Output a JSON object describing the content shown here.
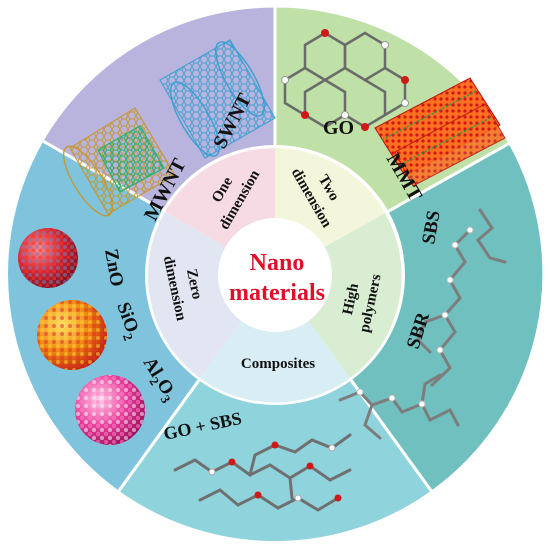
{
  "center": {
    "line1": "Nano",
    "line2": "materials",
    "color": "#e0102a"
  },
  "inner_ring": {
    "one_dimension": {
      "line1": "One",
      "line2": "dimension"
    },
    "two_dimension": {
      "line1": "Two",
      "line2": "dimension"
    },
    "zero_dimension": {
      "line1": "Zero",
      "line2": "dimension"
    },
    "high_polymers": {
      "line1": "High",
      "line2": "polymers"
    },
    "composites": {
      "label": "Composites"
    }
  },
  "outer_ring": {
    "one_dimension": {
      "items": [
        "SWNT",
        "MWNT"
      ],
      "color": "#b9b4dd"
    },
    "two_dimension": {
      "items": [
        "GO",
        "MMT"
      ],
      "color": "#bfe0a6"
    },
    "zero_dimension": {
      "items": [
        "ZnO",
        "SiO",
        "2",
        "Al",
        "2",
        "O",
        "3"
      ],
      "color": "#7fc4dc"
    },
    "high_polymers": {
      "items": [
        "SBS",
        "SBR"
      ],
      "color": "#6fc0bf"
    },
    "composites": {
      "items": [
        "GO + SBS"
      ],
      "color": "#8fd3dc"
    }
  }
}
